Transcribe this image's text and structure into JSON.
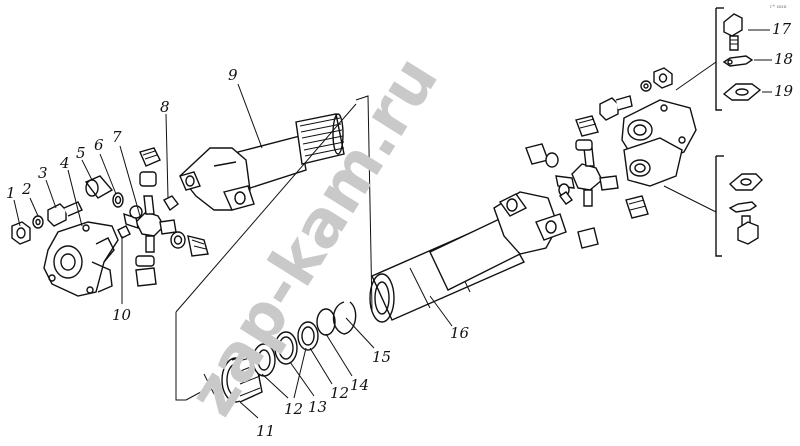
{
  "watermark": "zap-kam.ru",
  "corner_mark": "г* иии",
  "callouts": [
    {
      "id": "1",
      "text": "1"
    },
    {
      "id": "2",
      "text": "2"
    },
    {
      "id": "3",
      "text": "3"
    },
    {
      "id": "4",
      "text": "4"
    },
    {
      "id": "5",
      "text": "5"
    },
    {
      "id": "6",
      "text": "6"
    },
    {
      "id": "7",
      "text": "7"
    },
    {
      "id": "8",
      "text": "8"
    },
    {
      "id": "9",
      "text": "9"
    },
    {
      "id": "10",
      "text": "10"
    },
    {
      "id": "11",
      "text": "11"
    },
    {
      "id": "12a",
      "text": "12"
    },
    {
      "id": "12b",
      "text": "12"
    },
    {
      "id": "13",
      "text": "13"
    },
    {
      "id": "14",
      "text": "14"
    },
    {
      "id": "15",
      "text": "15"
    },
    {
      "id": "16",
      "text": "16"
    },
    {
      "id": "17",
      "text": "17"
    },
    {
      "id": "18",
      "text": "18"
    },
    {
      "id": "19",
      "text": "19"
    }
  ]
}
